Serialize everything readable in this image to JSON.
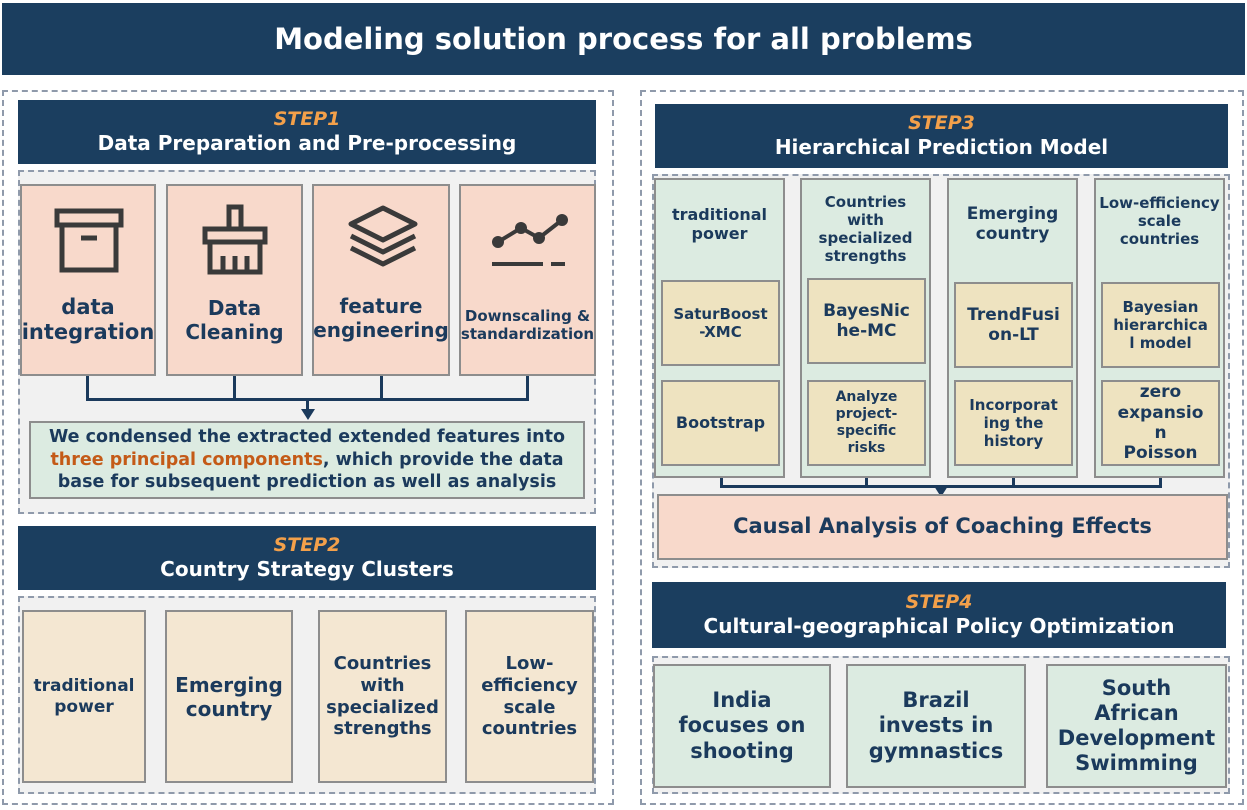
{
  "main_title": "Modeling solution process for all problems",
  "step1": {
    "label": "STEP1",
    "title": "Data Preparation and Pre-processing",
    "cards": [
      {
        "icon": "archive-box-icon",
        "text": "data integration"
      },
      {
        "icon": "broom-icon",
        "text": "Data Cleaning"
      },
      {
        "icon": "layers-icon",
        "text": "feature engineering"
      },
      {
        "icon": "trend-line-icon",
        "text": "Downscaling & standardization"
      }
    ],
    "summary_prefix": "We condensed the extracted extended features into",
    "summary_highlight": "three principal components",
    "summary_suffix": ", which provide the data base for subsequent prediction as well as analysis"
  },
  "step2": {
    "label": "STEP2",
    "title": "Country Strategy Clusters",
    "cards": [
      "traditional power",
      "Emerging country",
      "Countries with specialized strengths",
      "Low-efficiency scale countries"
    ]
  },
  "step3": {
    "label": "STEP3",
    "title": "Hierarchical Prediction Model",
    "columns": [
      {
        "title": "traditional power",
        "model": "SaturBoost -XMC",
        "method": "Bootstrap"
      },
      {
        "title": "Countries with specialized strengths",
        "model": "BayesNic he-MC",
        "method": "Analyze project-specific risks"
      },
      {
        "title": "Emerging country",
        "model": "TrendFusi on-LT",
        "method": "Incorporat ing the history"
      },
      {
        "title": "Low-efficiency scale countries",
        "model": "Bayesian hierarchica l model",
        "method": "zero expansio n Poisson"
      }
    ],
    "causal": "Causal Analysis of Coaching Effects"
  },
  "step4": {
    "label": "STEP4",
    "title": "Cultural-geographical Policy Optimization",
    "cards": [
      "India focuses on shooting",
      "Brazil invests in gymnastics",
      "South African Development Swimming"
    ]
  },
  "colors": {
    "navy": "#1b3e5f",
    "accent_orange": "#f3a04a",
    "highlight": "#c45a17",
    "pink": "#f8d9cb",
    "cream": "#f4e7d2",
    "khaki": "#eee3c0",
    "mint": "#dcebe1"
  }
}
